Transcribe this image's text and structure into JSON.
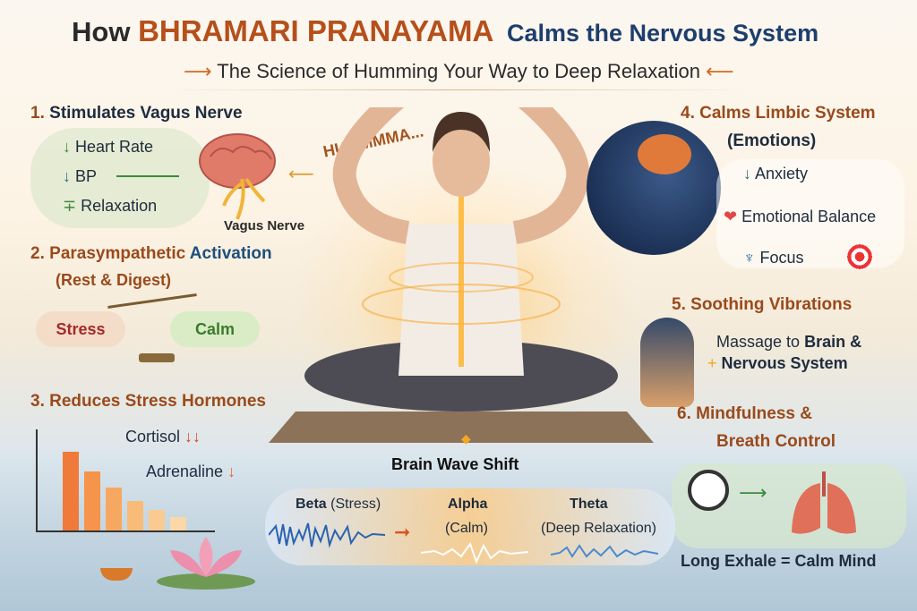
{
  "title": {
    "part1": "How",
    "part2": "BHRAMARI PRANAYAMA",
    "part3": "Calms the Nervous System"
  },
  "subtitle": "The Science of Humming Your Way to Deep Relaxation",
  "colors": {
    "accent_orange": "#b5501b",
    "navy": "#1d3e6e",
    "green": "#3c8a3c",
    "glow": "#f5a623"
  },
  "humming_text": "HUMMMMA...",
  "section1": {
    "number": "1.",
    "title": "Stimulates Vagus Nerve",
    "items": [
      {
        "icon": "arrow-down-icon",
        "label": "Heart Rate"
      },
      {
        "icon": "arrow-down-icon",
        "label": "BP"
      },
      {
        "icon": "arrow-up-icon",
        "label": "Relaxation"
      }
    ],
    "brain_label": "Vagus Nerve"
  },
  "section2": {
    "number": "2.",
    "title_a": "Parasympathetic",
    "title_b": "Activation",
    "subtitle": "(Rest & Digest)",
    "scale": {
      "left": "Stress",
      "right": "Calm"
    }
  },
  "section3": {
    "number": "3.",
    "title": "Reduces Stress Hormones",
    "items": [
      {
        "label": "Cortisol",
        "icon": "double-arrow-down-icon"
      },
      {
        "label": "Adrenaline",
        "icon": "arrow-down-icon"
      }
    ]
  },
  "section4": {
    "number": "4.",
    "title": "Calms Limbic System",
    "subtitle": "(Emotions)",
    "items": [
      {
        "icon": "arrow-down-icon",
        "label": "Anxiety"
      },
      {
        "icon": "heart-icon",
        "label": "Emotional Balance"
      },
      {
        "icon": "meditation-icon",
        "label": "Focus"
      }
    ]
  },
  "section5": {
    "number": "5.",
    "title": "Soothing Vibrations",
    "line1_a": "Massage to",
    "line1_b": "Brain &",
    "line2": "Nervous System"
  },
  "section6": {
    "number": "6.",
    "title_line1": "Mindfulness &",
    "title_line2": "Breath Control",
    "caption": "Long Exhale = Calm Mind"
  },
  "brainwaves": {
    "title": "Brain Wave Shift",
    "beta": {
      "name": "Beta",
      "desc": "(Stress)"
    },
    "alpha": {
      "name": "Alpha",
      "desc": "(Calm)"
    },
    "theta": {
      "name": "Theta",
      "desc": "(Deep Relaxation)"
    }
  }
}
